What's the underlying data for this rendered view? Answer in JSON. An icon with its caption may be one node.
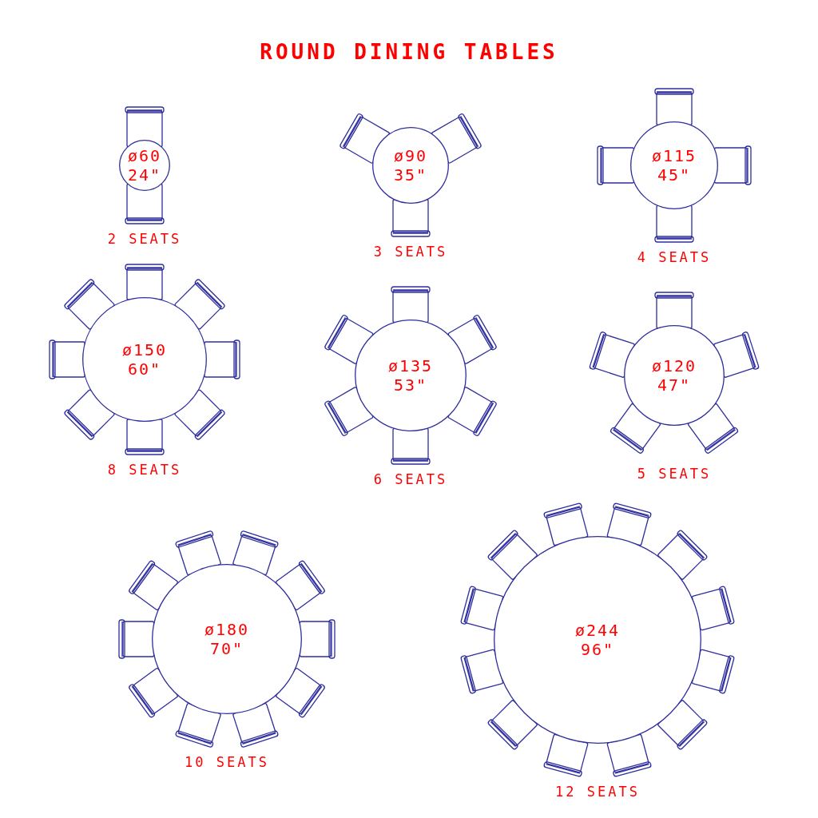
{
  "diagram": {
    "title": "ROUND DINING TABLES",
    "nodes": [
      {
        "text": [
          "ø60",
          "24\""
        ],
        "beside": [
          "2 SEATS"
        ]
      },
      {
        "text": [
          "ø90",
          "35\""
        ],
        "beside": [
          "3 SEATS"
        ]
      },
      {
        "text": [
          "ø115",
          "45\""
        ],
        "beside": [
          "4 SEATS"
        ]
      },
      {
        "text": [
          "ø150",
          "60\""
        ],
        "beside": [
          "8 SEATS"
        ]
      },
      {
        "text": [
          "ø135",
          "53\""
        ],
        "beside": [
          "6 SEATS"
        ]
      },
      {
        "text": [
          "ø120",
          "47\""
        ],
        "beside": [
          "5 SEATS"
        ]
      },
      {
        "text": [
          "ø180",
          "70\""
        ],
        "beside": [
          "10 SEATS"
        ]
      },
      {
        "text": [
          "ø244",
          "96\""
        ],
        "beside": [
          "12 SEATS"
        ]
      }
    ]
  }
}
